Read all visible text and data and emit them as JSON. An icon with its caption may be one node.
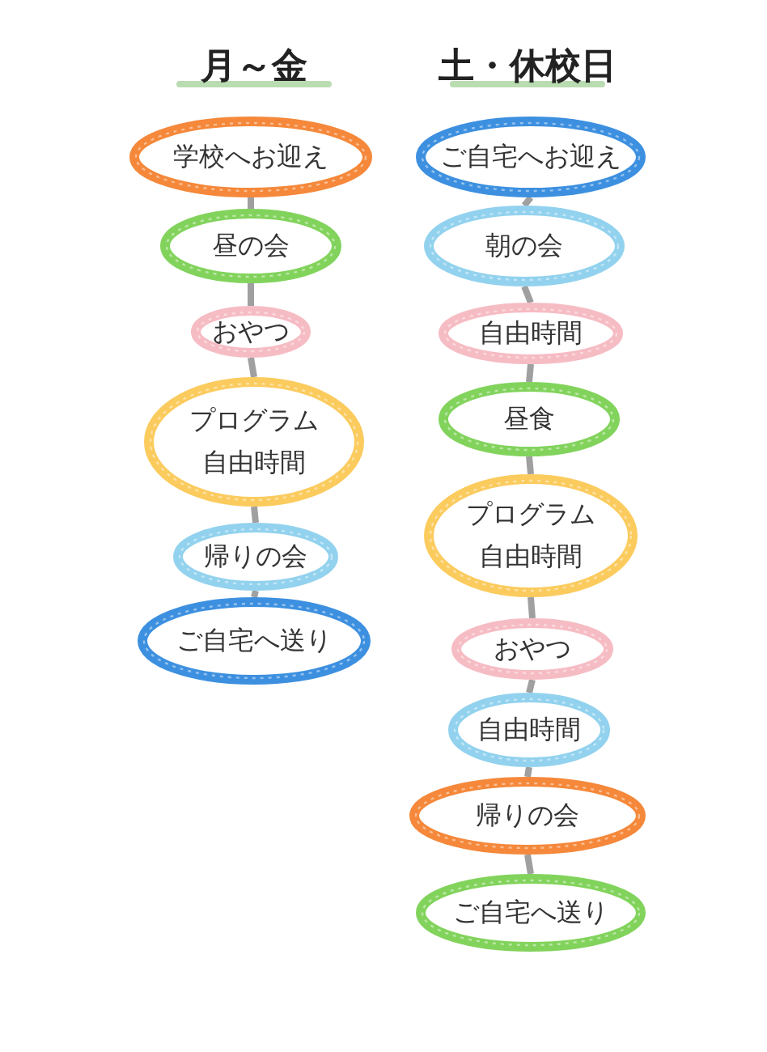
{
  "diagram": {
    "nodes": [
      {
        "text": [
          "学校へお迎え"
        ]
      },
      {
        "text": [
          "昼の会"
        ]
      },
      {
        "text": [
          "おやつ"
        ]
      },
      {
        "text": [
          "プログラム自由時間"
        ]
      },
      {
        "text": [
          "帰りの会"
        ]
      },
      {
        "text": [
          "ご自宅へ送り"
        ]
      },
      {
        "text": [
          "ご自宅へお迎え"
        ]
      },
      {
        "text": [
          "朝の会"
        ]
      },
      {
        "text": [
          "自由時間"
        ]
      },
      {
        "text": [
          "昼食"
        ]
      },
      {
        "text": [
          "プログラム自由時間"
        ]
      },
      {
        "text": [
          "おやつ"
        ]
      },
      {
        "text": [
          "自由時間"
        ]
      },
      {
        "text": [
          "帰りの会"
        ]
      },
      {
        "text": [
          "ご自宅へ送り"
        ]
      }
    ],
    "edges": [
      {
        "from": 0,
        "to": 1,
        "arrow": "none"
      },
      {
        "from": 1,
        "to": 2,
        "arrow": "none"
      },
      {
        "from": 2,
        "to": 3,
        "arrow": "none"
      },
      {
        "from": 3,
        "to": 4,
        "arrow": "none"
      },
      {
        "from": 4,
        "to": 5,
        "arrow": "none"
      },
      {
        "from": 6,
        "to": 7,
        "arrow": "none"
      },
      {
        "from": 7,
        "to": 8,
        "arrow": "none"
      },
      {
        "from": 8,
        "to": 9,
        "arrow": "none"
      },
      {
        "from": 9,
        "to": 10,
        "arrow": "none"
      },
      {
        "from": 10,
        "to": 11,
        "arrow": "none"
      },
      {
        "from": 11,
        "to": 12,
        "arrow": "none"
      },
      {
        "from": 12,
        "to": 13,
        "arrow": "none"
      },
      {
        "from": 13,
        "to": 14,
        "arrow": "none"
      }
    ],
    "labels": [
      "月～金",
      "土・休校日"
    ]
  }
}
